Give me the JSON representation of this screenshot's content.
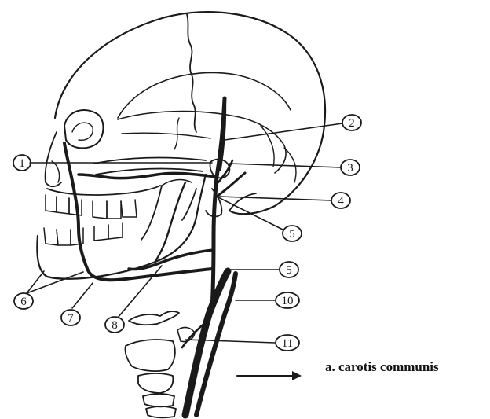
{
  "diagram": {
    "callouts": [
      {
        "id": "c1",
        "label": "1"
      },
      {
        "id": "c2",
        "label": "2"
      },
      {
        "id": "c3",
        "label": "3"
      },
      {
        "id": "c4",
        "label": "4"
      },
      {
        "id": "c5a",
        "label": "5"
      },
      {
        "id": "c5b",
        "label": "5"
      },
      {
        "id": "c6",
        "label": "6"
      },
      {
        "id": "c7",
        "label": "7"
      },
      {
        "id": "c8",
        "label": "8"
      },
      {
        "id": "c10",
        "label": "10"
      },
      {
        "id": "c11",
        "label": "11"
      }
    ],
    "caption": "a. carotis communis"
  },
  "colors": {
    "ink": "#1a1a1a",
    "vessel": "#3a3a3a",
    "background": "#ffffff"
  }
}
